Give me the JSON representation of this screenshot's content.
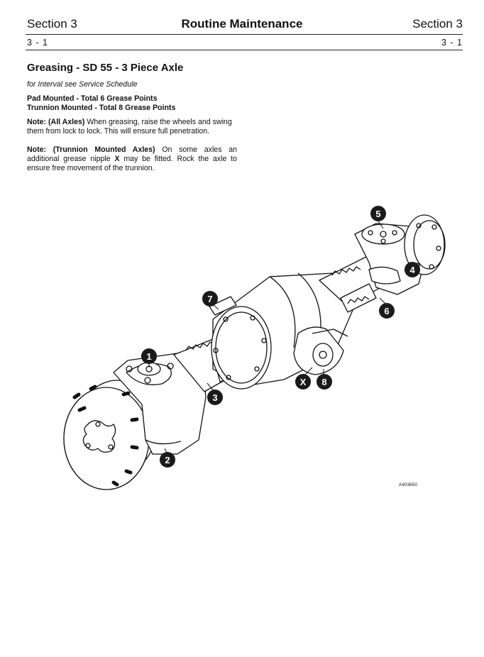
{
  "header": {
    "section_left": "Section 3",
    "title": "Routine Maintenance",
    "section_right": "Section 3",
    "page_left": "3 - 1",
    "page_right": "3 - 1"
  },
  "content": {
    "heading": "Greasing - SD 55  - 3 Piece Axle",
    "interval_note": "for Interval see Service Schedule",
    "pad_mounted": "Pad Mounted - Total 6 Grease Points",
    "trunnion_mounted": "Trunnion Mounted - Total 8 Grease Points",
    "note1_label": "Note: (All Axles)",
    "note1_text": " When greasing, raise the wheels and swing them from lock to lock. This will ensure full penetration.",
    "note2_label": "Note: (Trunnion Mounted Axles)",
    "note2_text_a": " On some axles an additional grease nipple ",
    "note2_x": "X",
    "note2_text_b": " may be fitted. Rock the axle to ensure free movement of the trunnion."
  },
  "figure": {
    "callouts": [
      "1",
      "2",
      "3",
      "4",
      "5",
      "6",
      "7",
      "8",
      "X"
    ],
    "reference": "A403650"
  }
}
